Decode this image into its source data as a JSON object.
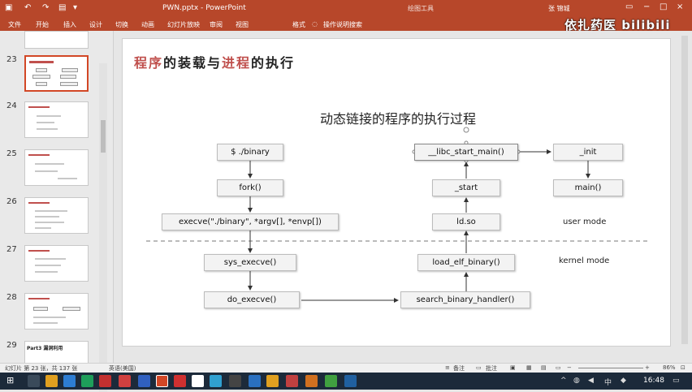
{
  "titlebar": {
    "title": "PWN.pptx - PowerPoint",
    "context_tab": "绘图工具",
    "user": "张 锦城",
    "save_icon": "save-icon",
    "undo_icon": "undo-icon",
    "redo_icon": "redo-icon",
    "minimize": "−",
    "maximize": "□",
    "close": "×",
    "restore_ribbon": "▭"
  },
  "ribbon": {
    "tabs": [
      "文件",
      "开始",
      "插入",
      "设计",
      "切换",
      "动画",
      "幻灯片放映",
      "审阅",
      "视图",
      "格式"
    ],
    "tell_me": "操作说明搜索"
  },
  "watermark": "依扎药医 bilibili",
  "thumbnails": [
    {
      "num": "23",
      "active": true
    },
    {
      "num": "24",
      "active": false
    },
    {
      "num": "25",
      "active": false
    },
    {
      "num": "26",
      "active": false
    },
    {
      "num": "27",
      "active": false
    },
    {
      "num": "28",
      "active": false
    },
    {
      "num": "29",
      "active": false,
      "label": "Part3 漏洞利用"
    }
  ],
  "slide": {
    "title_parts": [
      "程序",
      "的装载与",
      "进程",
      "的执行"
    ],
    "diagram_title": "动态链接的程序的执行过程",
    "boxes": {
      "binary": "$ ./binary",
      "fork": "fork()",
      "execve": "execve(\"./binary\", *argv[], *envp[])",
      "sys_execve": "sys_execve()",
      "do_execve": "do_execve()",
      "search": "search_binary_handler()",
      "load_elf": "load_elf_binary()",
      "ldso": "ld.so",
      "start": "_start",
      "libc_start": "__libc_start_main()",
      "init": "_init",
      "main": "main()"
    },
    "user_mode": "user mode",
    "kernel_mode": "kernel mode"
  },
  "statusbar": {
    "slide_info": "幻灯片 第 23 张，共 137 张",
    "lang": "英语(美国)",
    "notes": "备注",
    "comments": "批注",
    "zoom": "86%"
  },
  "taskbar": {
    "clock": "16:48"
  }
}
